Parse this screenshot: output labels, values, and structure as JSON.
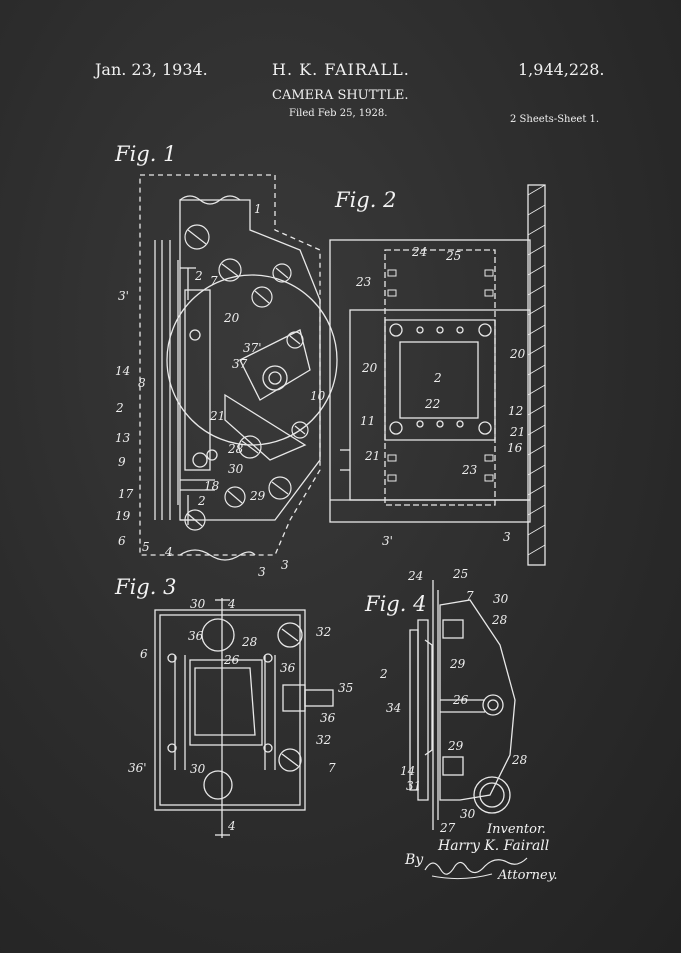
{
  "header": {
    "date": "Jan. 23, 1934.",
    "inventor": "H. K. FAIRALL.",
    "patent_number": "1,944,228.",
    "title": "CAMERA SHUTTLE.",
    "filed": "Filed Feb 25, 1928.",
    "sheets": "2 Sheets-Sheet 1."
  },
  "figures": {
    "fig1": "Fig. 1",
    "fig2": "Fig. 2",
    "fig3": "Fig. 3",
    "fig4": "Fig. 4"
  },
  "fig1_refs": [
    "1",
    "2",
    "3'",
    "7",
    "20",
    "37'",
    "37",
    "14",
    "8",
    "2",
    "13",
    "21",
    "10",
    "9",
    "28",
    "30",
    "17",
    "18",
    "19",
    "29",
    "6",
    "5",
    "2",
    "4",
    "3",
    "3"
  ],
  "fig2_refs": [
    "24",
    "25",
    "23",
    "20",
    "2",
    "20",
    "22",
    "11",
    "12",
    "21",
    "21",
    "16",
    "23",
    "3'",
    "3"
  ],
  "fig3_refs": [
    "30",
    "4",
    "36",
    "28",
    "32",
    "6",
    "26",
    "36",
    "35",
    "36",
    "32",
    "36'",
    "30",
    "7",
    "4"
  ],
  "fig4_refs": [
    "24",
    "25",
    "7",
    "30",
    "28",
    "2",
    "29",
    "34",
    "26",
    "29",
    "28",
    "14",
    "31",
    "30",
    "27"
  ],
  "signature": {
    "inventor_label": "Inventor.",
    "inventor_name": "Harry K. Fairall",
    "by": "By",
    "attorney": "Attorney."
  }
}
